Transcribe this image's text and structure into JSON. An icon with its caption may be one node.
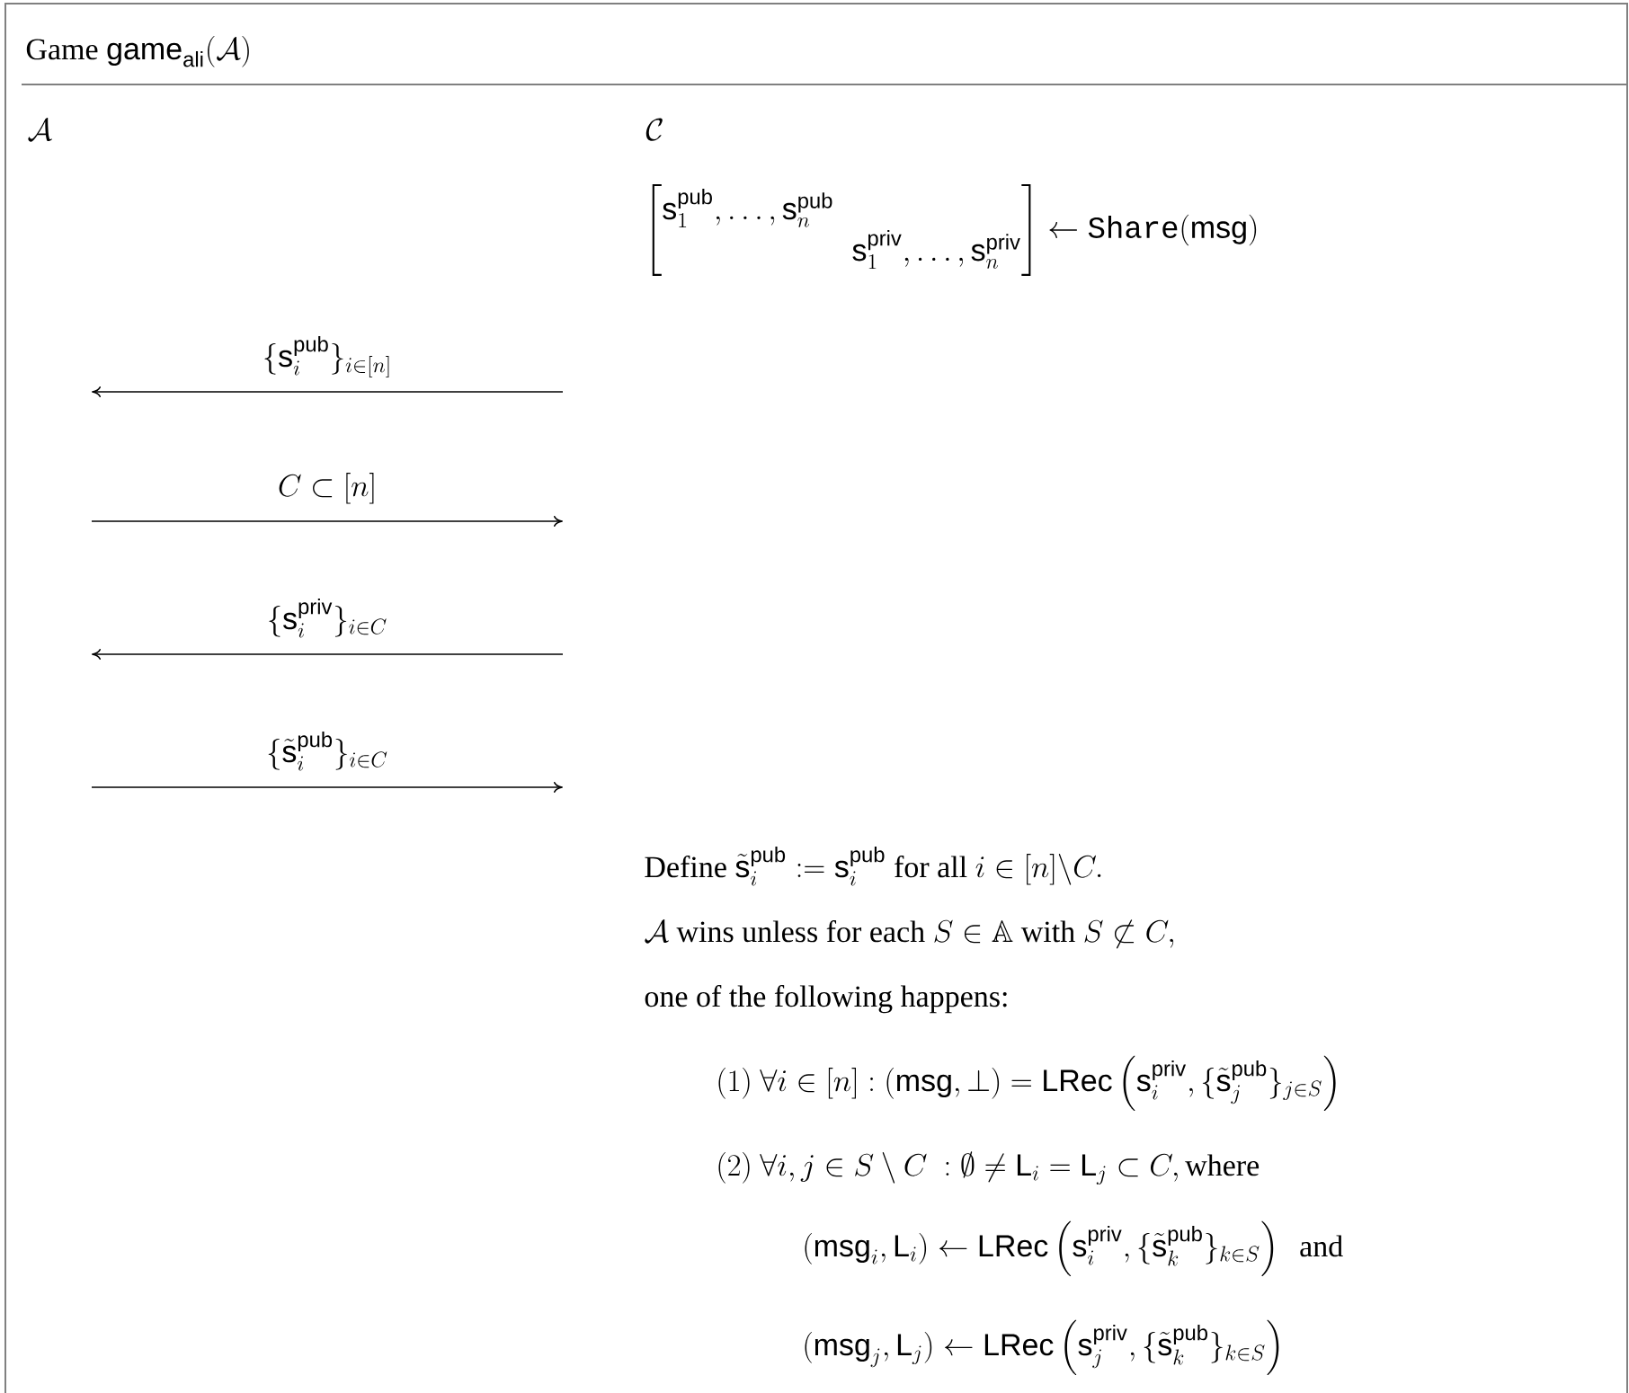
{
  "diagram": {
    "title": "\\textrm{Game }\\mathsf{game}_{\\mathsf{ali}}(\\mathcal{A})",
    "nodes": [
      {
        "text": [
          "\\mathcal{A}"
        ]
      },
      {
        "text": [
          "\\mathcal{C}"
        ]
      }
    ],
    "labels": [
      "\\begin{bmatrix}\\mathsf{s}_1^{\\mathsf{pub}},\\ldots,\\mathsf{s}_n^{\\mathsf{pub}} & \\\\ & \\mathsf{s}_1^{\\mathsf{priv}},\\ldots,\\mathsf{s}_n^{\\mathsf{priv}}\\end{bmatrix}\\leftarrow\\mathtt{Share}(\\mathsf{msg})",
      "\\{\\mathsf{s}_i^{\\mathsf{pub}}\\}_{i\\in[n]}",
      "C\\subset[n]",
      "\\{\\mathsf{s}_i^{\\mathsf{priv}}\\}_{i\\in C}",
      "\\{\\tilde{\\mathsf{s}}_i^{\\mathsf{pub}}\\}_{i\\in C}",
      "\\text{Define }\\tilde{\\mathsf{s}}_i^{\\mathsf{pub}}:=\\mathsf{s}_i^{\\mathsf{pub}}\\text{ for all }i\\in[n]\\backslash C.",
      "\\mathcal{A}\\text{ wins unless for each }S\\in\\mathbb{A}\\text{ with }S\\not\\subset C,",
      "\\text{one of the following happens:}",
      "(1)\\ \\forall i\\in[n]:(\\mathsf{msg},\\bot)=\\mathsf{LRec}\\left(\\mathsf{s}_i^{\\mathsf{priv}},\\{\\tilde{\\mathsf{s}}_j^{\\mathsf{pub}}\\}_{j\\in S}\\right)",
      "(2)\\ \\forall i,j\\in S\\setminus C\\ :\\emptyset\\neq\\mathsf{L}_i=\\mathsf{L}_j\\subset C,\\text{where}",
      "(\\mathsf{msg}_i,\\mathsf{L}_i)\\leftarrow\\mathsf{LRec}\\left(\\mathsf{s}_i^{\\mathsf{priv}},\\{\\tilde{\\mathsf{s}}_k^{\\mathsf{pub}}\\}_{k\\in S}\\right)\\ \\text{ and}",
      "(\\mathsf{msg}_j,\\mathsf{L}_j)\\leftarrow\\mathsf{LRec}\\left(\\mathsf{s}_j^{\\mathsf{priv}},\\{\\tilde{\\mathsf{s}}_k^{\\mathsf{pub}}\\}_{k\\in S}\\right)"
    ]
  }
}
